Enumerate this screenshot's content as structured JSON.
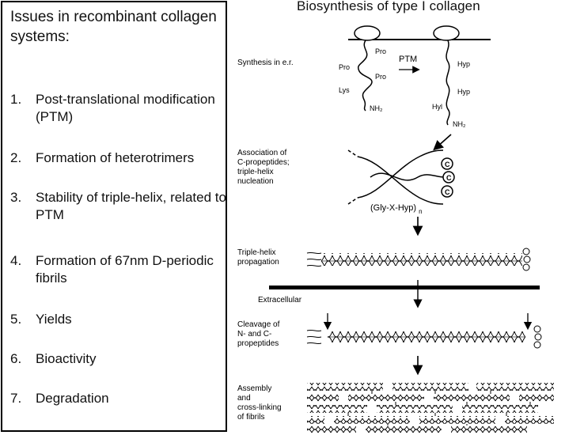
{
  "issues": {
    "title": "Issues in recombinant collagen systems:",
    "items": [
      {
        "num": "1.",
        "text": "Post-translational modification (PTM)"
      },
      {
        "num": "2.",
        "text": "Formation of heterotrimers"
      },
      {
        "num": "3.",
        "text": "Stability of triple-helix, related to PTM"
      },
      {
        "num": "4.",
        "text": "Formation of 67nm D-periodic fibrils"
      },
      {
        "num": "5.",
        "text": "Yields"
      },
      {
        "num": "6.",
        "text": "Bioactivity"
      },
      {
        "num": "7.",
        "text": "Degradation"
      }
    ]
  },
  "diagram": {
    "title": "Biosynthesis of type I collagen",
    "steps": {
      "synthesis": "Synthesis in e.r.",
      "association": [
        "Association of",
        "C-propeptides;",
        "triple-helix",
        "nucleation"
      ],
      "propagation": [
        "Triple-helix",
        "propagation"
      ],
      "extracellular": "Extracellular",
      "cleavage": [
        "Cleavage of",
        "N- and C-",
        "propeptides"
      ],
      "assembly": [
        "Assembly",
        "and",
        "cross-linking",
        "of fibrils"
      ]
    },
    "labels": {
      "pro1": "Pro",
      "pro2": "Pro",
      "pro3": "Pro",
      "lys": "Lys",
      "nh2_left": "NH₂",
      "ptm": "PTM",
      "hyp1": "Hyp",
      "hyp2": "Hyp",
      "hyl": "Hyl",
      "nh2_right": "NH₂",
      "repeat": "(Gly-X-Hyp)",
      "repeat_sub": "n",
      "c_mark": "C"
    }
  }
}
